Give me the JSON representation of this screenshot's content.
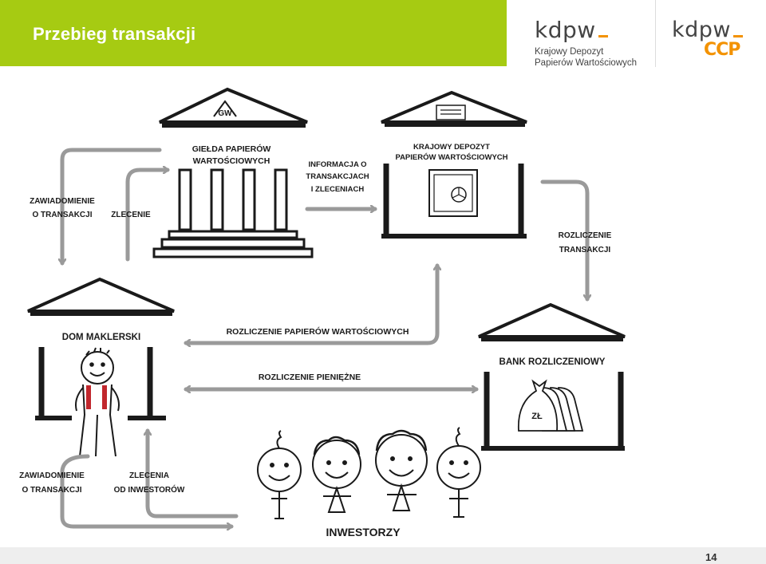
{
  "slide": {
    "title": "Przebieg transakcji",
    "page_number": "14"
  },
  "logos": {
    "kdpw": {
      "word": "kdpw",
      "line1": "Krajowy Depozyt",
      "line2": "Papierów Wartościowych"
    },
    "kdpw_ccp": {
      "word": "kdpw",
      "suffix": "CCP"
    }
  },
  "colors": {
    "header_green": "#a6cb12",
    "logo_orange": "#f39200",
    "ink": "#1a1a1a",
    "footer_gray": "#eeeeee"
  },
  "nodes": {
    "gpw": {
      "line1": "GIEŁDA PAPIERÓW",
      "line2": "WARTOŚCIOWYCH",
      "emblem": "GW"
    },
    "kdpw": {
      "line1": "KRAJOWY DEPOZYT",
      "line2": "PAPIERÓW WARTOŚCIOWYCH"
    },
    "dom": {
      "label": "DOM MAKLERSKI"
    },
    "bank": {
      "label": "BANK ROZLICZENIOWY",
      "bag_label": "ZŁ"
    },
    "investors": {
      "label": "INWESTORZY"
    }
  },
  "flows": {
    "zawiadomienie_top": {
      "line1": "ZAWIADOMIENIE",
      "line2": "O TRANSAKCJI"
    },
    "zlecenie": {
      "label": "ZLECENIE"
    },
    "informacja": {
      "line1": "INFORMACJA O",
      "line2": "TRANSAKCJACH",
      "line3": "I ZLECENIACH"
    },
    "rozliczenie_transakcji": {
      "line1": "ROZLICZENIE",
      "line2": "TRANSAKCJI"
    },
    "rozliczenie_papierow": {
      "label": "ROZLICZENIE PAPIERÓW WARTOŚCIOWYCH"
    },
    "rozliczenie_pieniezne": {
      "label": "ROZLICZENIE PIENIĘŻNE"
    },
    "zawiadomienie_bottom": {
      "line1": "ZAWIADOMIENIE",
      "line2": "O TRANSAKCJI"
    },
    "zlecenia_inwestorow": {
      "line1": "ZLECENIA",
      "line2": "OD INWESTORÓW"
    }
  }
}
